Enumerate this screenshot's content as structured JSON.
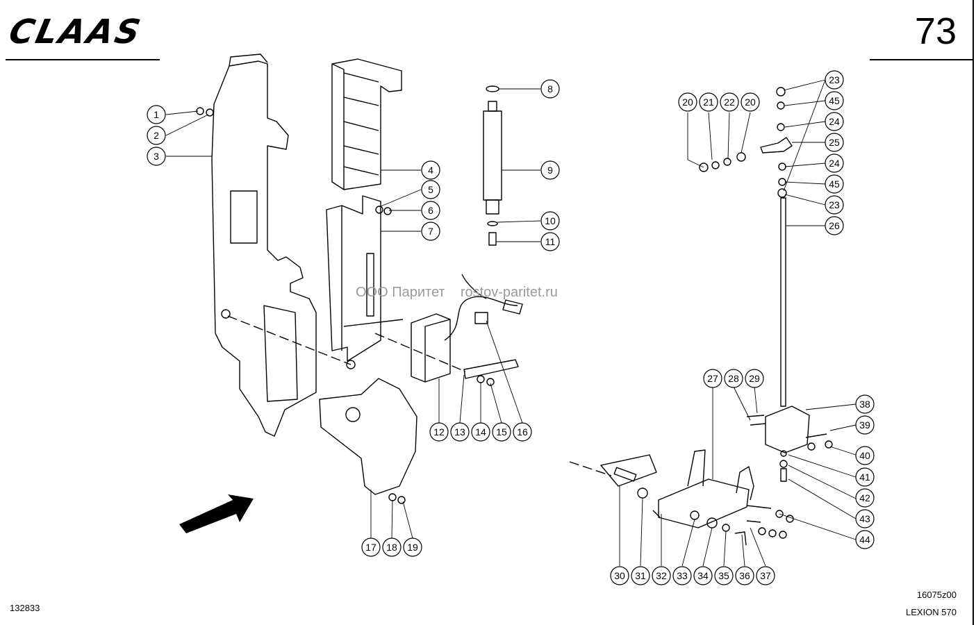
{
  "header": {
    "brand": "CLAAS",
    "page_number": "73"
  },
  "footer": {
    "left_code": "132833",
    "drawing_number": "16075z00",
    "model": "LEXION 570"
  },
  "watermark": {
    "company": "ООО Паритет",
    "site": "rostov-paritet.ru"
  },
  "callouts": [
    "1",
    "2",
    "3",
    "4",
    "5",
    "6",
    "7",
    "8",
    "9",
    "10",
    "11",
    "12",
    "13",
    "14",
    "15",
    "16",
    "17",
    "18",
    "19",
    "20",
    "21",
    "22",
    "20",
    "23",
    "45",
    "24",
    "25",
    "24",
    "45",
    "23",
    "26",
    "27",
    "28",
    "29",
    "38",
    "39",
    "40",
    "41",
    "42",
    "43",
    "44",
    "30",
    "31",
    "32",
    "33",
    "34",
    "35",
    "36",
    "37"
  ]
}
